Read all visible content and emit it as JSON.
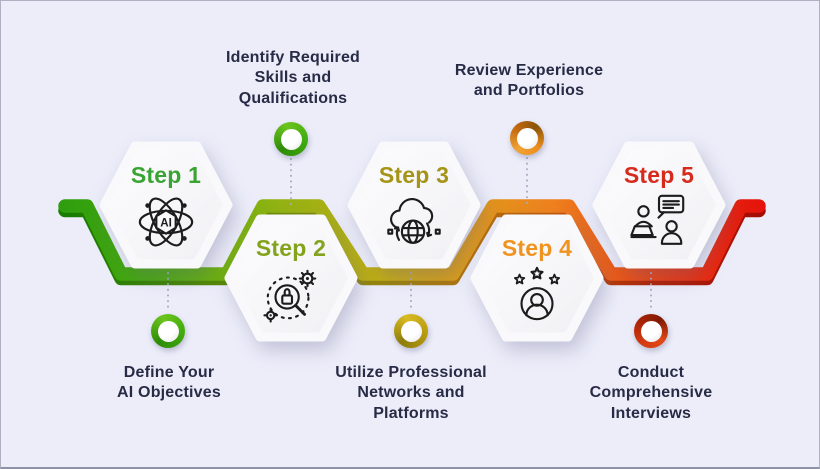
{
  "infographic": {
    "theme": "AI hiring process roadmap",
    "background_color": "#ecedf9",
    "label_text_color": "#272b45",
    "ribbon_gradient": [
      "#2f9e0e",
      "#4fab10",
      "#8fb312",
      "#c0ad15",
      "#dd9a1b",
      "#ef811e",
      "#e84414",
      "#e5130c"
    ]
  },
  "steps": [
    {
      "title": "Step 1",
      "title_color": "#3aa433",
      "icon": "ai-atom-icon",
      "label": [
        "Define Your",
        "AI Objectives"
      ],
      "label_position": "bottom",
      "ring_color": "#3fa90d"
    },
    {
      "title": "Step 2",
      "title_color": "#84a31d",
      "icon": "skill-search-icon",
      "label": [
        "Identify Required",
        "Skills and",
        "Qualifications"
      ],
      "label_position": "top",
      "ring_color": "#55b317"
    },
    {
      "title": "Step 3",
      "title_color": "#a59417",
      "icon": "cloud-network-icon",
      "label": [
        "Utilize Professional",
        "Networks and",
        "Platforms"
      ],
      "label_position": "bottom",
      "ring_color": "#c3a513"
    },
    {
      "title": "Step 4",
      "title_color": "#f0941f",
      "icon": "rated-person-icon",
      "label": [
        "Review Experience",
        "and Portfolios"
      ],
      "label_position": "top",
      "ring_color": "#e8871c"
    },
    {
      "title": "Step 5",
      "title_color": "#d62a1d",
      "icon": "interview-icon",
      "label": [
        "Conduct",
        "Comprehensive",
        "Interviews"
      ],
      "label_position": "bottom",
      "ring_color": "#d23a10"
    }
  ]
}
